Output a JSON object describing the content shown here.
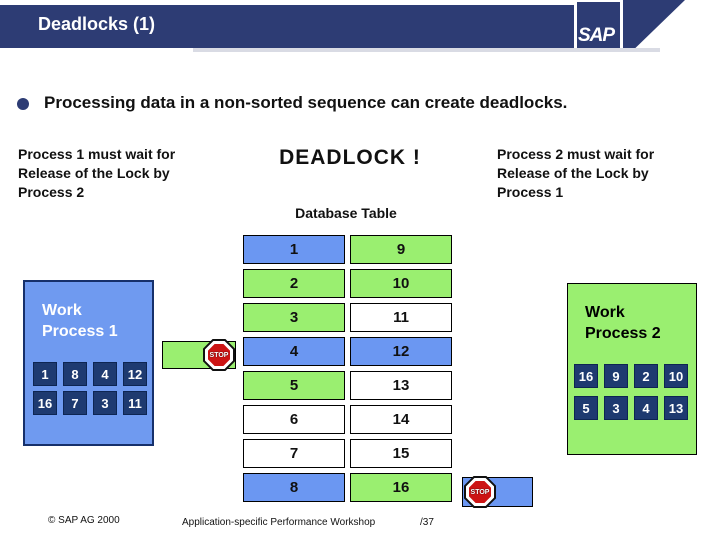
{
  "slide": {
    "title": "Deadlocks (1)",
    "logo_text": "SAP",
    "bullet_text": "Processing data in a non-sorted sequence can create deadlocks.",
    "footer": {
      "copyright": "©  SAP AG 2000",
      "center": "Application-specific Performance Workshop",
      "page": "/37"
    }
  },
  "callouts": {
    "left_lines": [
      "Process 1 must wait for",
      "Release of the Lock by",
      "Process 2"
    ],
    "center": "DEADLOCK !",
    "right_lines": [
      "Process 2 must wait for",
      "Release of the Lock by",
      "Process 1"
    ]
  },
  "database_table": {
    "title": "Database Table",
    "rows": [
      {
        "left": "1",
        "left_color": "blue",
        "right": "9",
        "right_color": "green"
      },
      {
        "left": "2",
        "left_color": "green",
        "right": "10",
        "right_color": "green"
      },
      {
        "left": "3",
        "left_color": "green",
        "right": "11",
        "right_color": "white"
      },
      {
        "left": "4",
        "left_color": "blue",
        "right": "12",
        "right_color": "blue"
      },
      {
        "left": "5",
        "left_color": "green",
        "right": "13",
        "right_color": "white"
      },
      {
        "left": "6",
        "left_color": "white",
        "right": "14",
        "right_color": "white"
      },
      {
        "left": "7",
        "left_color": "white",
        "right": "15",
        "right_color": "white"
      },
      {
        "left": "8",
        "left_color": "blue",
        "right": "16",
        "right_color": "green"
      }
    ]
  },
  "work_process_1": {
    "title_lines": [
      "Work",
      "Process 1"
    ],
    "rows": [
      [
        "1",
        "8",
        "4",
        "12"
      ],
      [
        "16",
        "7",
        "3",
        "11"
      ]
    ]
  },
  "work_process_2": {
    "title_lines": [
      "Work",
      "Process 2"
    ],
    "rows": [
      [
        "16",
        "9",
        "2",
        "10"
      ],
      [
        "5",
        "3",
        "4",
        "13"
      ]
    ]
  },
  "stop_sign_label": "STOP",
  "colors": {
    "header_navy": "#2d3c74",
    "cell_blue": "#6b97f2",
    "cell_green": "#9aef70",
    "square_navy": "#1e3a70",
    "work_process_1_blue": "#6f9af0",
    "stop_red": "#cc1414"
  }
}
